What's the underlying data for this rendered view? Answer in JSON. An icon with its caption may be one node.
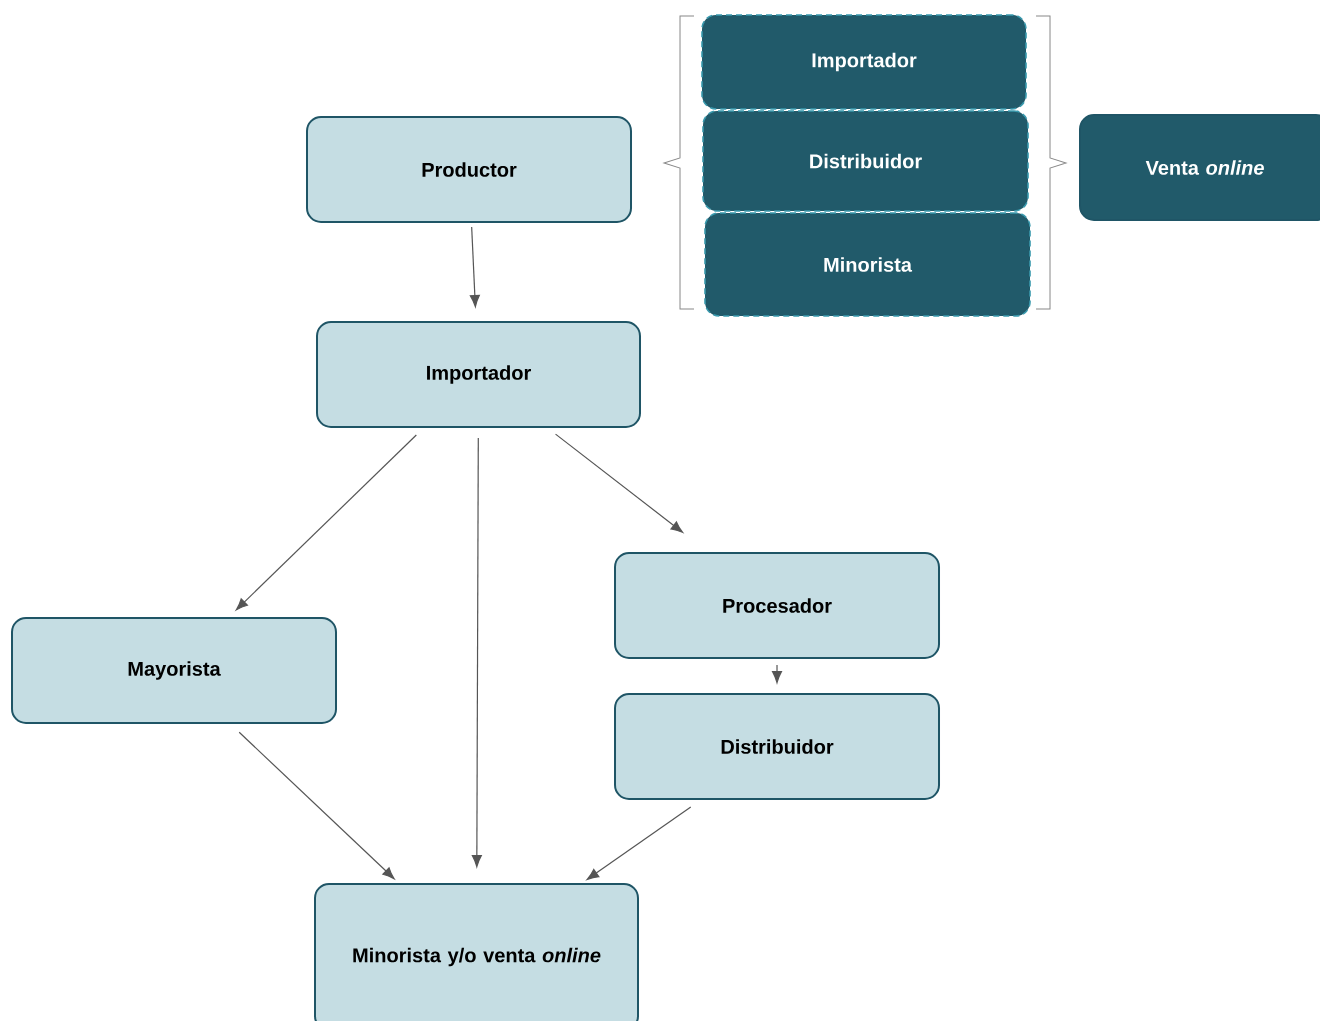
{
  "diagram": {
    "nodes": [
      {
        "text": [
          "Productor"
        ]
      },
      {
        "text": [
          "Importador"
        ]
      },
      {
        "text": [
          "Mayorista"
        ]
      },
      {
        "text": [
          "Procesador"
        ]
      },
      {
        "text": [
          "Distribuidor"
        ]
      },
      {
        "text": [
          "Minorista y/o venta *online*"
        ]
      },
      {
        "text": [
          "Importador"
        ]
      },
      {
        "text": [
          "Distribuidor"
        ]
      },
      {
        "text": [
          "Minorista"
        ]
      },
      {
        "text": [
          "Venta *online*"
        ]
      }
    ],
    "edges": [
      {
        "from": 0,
        "to": 1,
        "arrow": "to"
      },
      {
        "from": 1,
        "to": 2,
        "arrow": "to"
      },
      {
        "from": 1,
        "to": 5,
        "arrow": "to"
      },
      {
        "from": 1,
        "to": 3,
        "arrow": "to"
      },
      {
        "from": 3,
        "to": 4,
        "arrow": "to"
      },
      {
        "from": 2,
        "to": 5,
        "arrow": "to"
      },
      {
        "from": 4,
        "to": 5,
        "arrow": "to"
      }
    ]
  }
}
